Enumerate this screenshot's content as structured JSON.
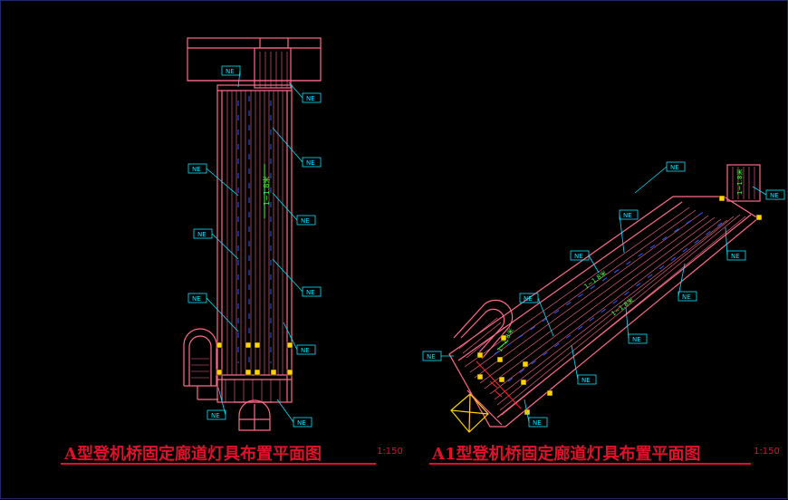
{
  "drawings": [
    {
      "title": "A型登机桥固定廊道灯具布置平面图",
      "scale": "1:150"
    },
    {
      "title": "A1型登机桥固定廊道灯具布置平面图",
      "scale": "1:150"
    }
  ],
  "lamp_tag": "NE",
  "dimension_texts": [
    "1~1.8米",
    "1~1.8米",
    "1~1.8米",
    "1~1.8米"
  ],
  "colors": {
    "background": "#000000",
    "structure": "#ff6b8a",
    "tags": "#00e5ff",
    "lamps": "#ffd400",
    "title": "#e0122a",
    "light_rows": "#2a5cff"
  }
}
